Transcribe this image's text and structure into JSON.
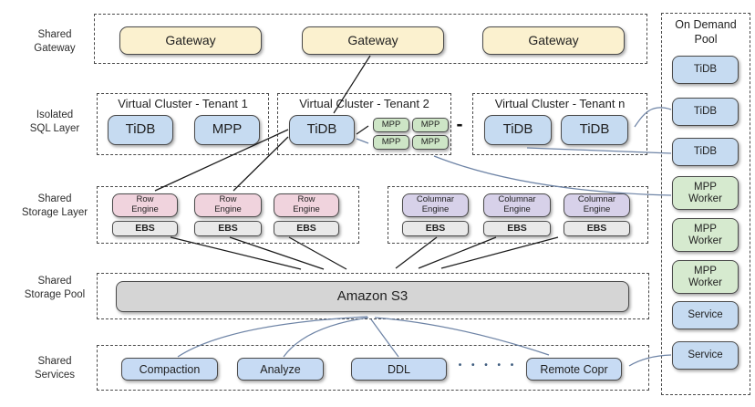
{
  "row_labels": [
    "Shared\nGateway",
    "Isolated\nSQL Layer",
    "Shared\nStorage Layer",
    "Shared\nStorage Pool",
    "Shared\nServices"
  ],
  "gateway_labels": [
    "Gateway",
    "Gateway",
    "Gateway"
  ],
  "clusters": {
    "tenant1": {
      "title": "Virtual Cluster - Tenant 1",
      "nodes": [
        "TiDB",
        "MPP"
      ]
    },
    "tenant2": {
      "title": "Virtual Cluster - Tenant 2",
      "tidb": "TiDB",
      "mpp": [
        "MPP",
        "MPP",
        "MPP",
        "MPP"
      ]
    },
    "tenantn": {
      "title": "Virtual Cluster - Tenant n",
      "nodes": [
        "TiDB",
        "TiDB"
      ]
    },
    "separator": "-"
  },
  "storage": {
    "row_engines": [
      "Row\nEngine",
      "Row\nEngine",
      "Row\nEngine"
    ],
    "row_ebs": [
      "EBS",
      "EBS",
      "EBS"
    ],
    "columnar_engines": [
      "Columnar\nEngine",
      "Columnar\nEngine",
      "Columnar\nEngine"
    ],
    "columnar_ebs": [
      "EBS",
      "EBS",
      "EBS"
    ]
  },
  "storage_pool": {
    "label": "Amazon S3"
  },
  "services": {
    "items": [
      "Compaction",
      "Analyze",
      "DDL",
      "Remote Copr"
    ],
    "ellipsis": "• • • • •"
  },
  "on_demand_pool": {
    "title": "On Demand\nPool",
    "items": [
      "TiDB",
      "TiDB",
      "TiDB",
      "MPP\nWorker",
      "MPP\nWorker",
      "MPP\nWorker",
      "Service",
      "Service"
    ]
  },
  "colors": {
    "gateway_yellow": "#fbf1cf",
    "tidb_blue": "#c6dbf1",
    "mpp_green": "#cde5c6",
    "row_engine_pink": "#f0d3dd",
    "columnar_engine_purple": "#d7d1e9",
    "ebs_gray": "#e9e9e9",
    "s3_gray": "#d5d5d5",
    "service_blue": "#c7dbf4",
    "pool_worker_green": "#d6eacf",
    "arrow_black": "#1a1a1a",
    "arrow_blue": "#6e84a6"
  }
}
